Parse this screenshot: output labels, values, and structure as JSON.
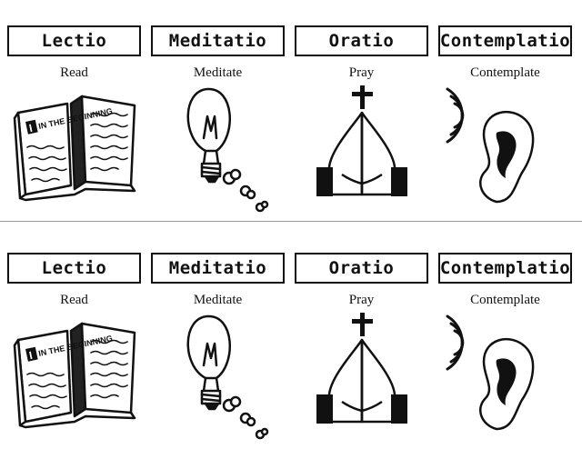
{
  "cards": [
    {
      "items": [
        {
          "title": "Lectio",
          "caption": "Read",
          "icon": "open-book-icon",
          "book_text": "IN THE BEGINNING"
        },
        {
          "title": "Meditatio",
          "caption": "Meditate",
          "icon": "lightbulb-icon"
        },
        {
          "title": "Oratio",
          "caption": "Pray",
          "icon": "praying-hands-cross-icon"
        },
        {
          "title": "Contemplatio",
          "caption": "Contemplate",
          "icon": "listening-ear-icon"
        }
      ]
    },
    {
      "items": [
        {
          "title": "Lectio",
          "caption": "Read",
          "icon": "open-book-icon",
          "book_text": "IN THE BEGINNING"
        },
        {
          "title": "Meditatio",
          "caption": "Meditate",
          "icon": "lightbulb-icon"
        },
        {
          "title": "Oratio",
          "caption": "Pray",
          "icon": "praying-hands-cross-icon"
        },
        {
          "title": "Contemplatio",
          "caption": "Contemplate",
          "icon": "listening-ear-icon"
        }
      ]
    }
  ]
}
